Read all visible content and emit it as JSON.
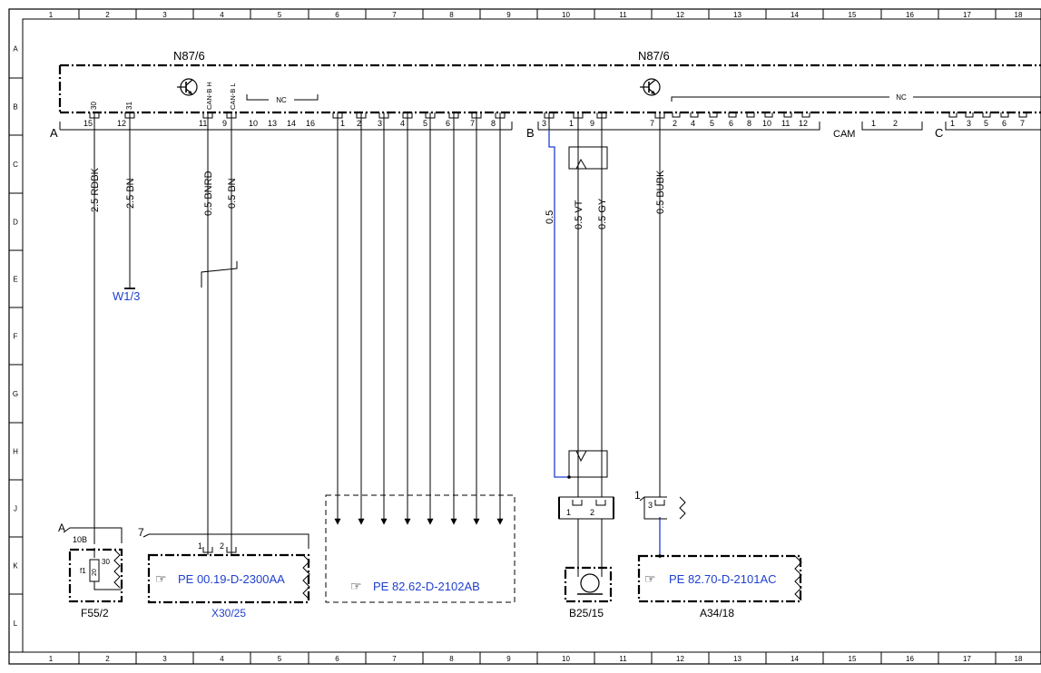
{
  "frame": {
    "columns": [
      "1",
      "2",
      "3",
      "4",
      "5",
      "6",
      "7",
      "8",
      "9",
      "10",
      "11",
      "12",
      "13",
      "14",
      "15",
      "16",
      "17",
      "18"
    ],
    "rows": [
      "A",
      "B",
      "C",
      "D",
      "E",
      "F",
      "G",
      "H",
      "J",
      "K",
      "L"
    ]
  },
  "colors": {
    "wire": "#000000",
    "blue_wire": "#1f3fd0",
    "link": "#1f3fd0"
  },
  "module_left": {
    "title": "N87/6",
    "connector": "A",
    "pins_top": [
      "30",
      "31",
      "CAN-B H",
      "CAN-B L"
    ],
    "nc_label": "NC",
    "pins": [
      "15",
      "12",
      "11",
      "9",
      "10",
      "13",
      "14",
      "16",
      "1",
      "2",
      "3",
      "4",
      "5",
      "6",
      "7",
      "8"
    ]
  },
  "module_right": {
    "title": "N87/6",
    "connector_b": "B",
    "pins_b": [
      "3",
      "1",
      "9",
      "7",
      "2",
      "4",
      "5",
      "6",
      "8",
      "10",
      "11",
      "12"
    ],
    "nc_label": "NC",
    "connector_cam": "CAM",
    "pins_cam": [
      "1",
      "2"
    ],
    "connector_c": "C",
    "pins_c": [
      "1",
      "3",
      "5",
      "6",
      "7"
    ]
  },
  "wires": {
    "w15": "2.5 RDBK",
    "w12": "2.5 BN",
    "w11": "0.5 BNRD",
    "w9": "0.5 BN",
    "wb3": "0.5",
    "wb1": "0.5 VT",
    "wb9": "0.5 GY",
    "wb7": "0.5 BUBK"
  },
  "ground": {
    "label": "W1/3"
  },
  "fuse": {
    "conn": "A",
    "pin": "10B",
    "fuse_id": "f1",
    "rating": "20",
    "num": "30",
    "name": "F55/2"
  },
  "x30": {
    "num": "7",
    "pins": [
      "1",
      "2"
    ],
    "ref": "PE 00.19-D-2300AA",
    "name": "X30/25"
  },
  "pe_mid": {
    "ref": "PE 82.62-D-2102AB"
  },
  "b25": {
    "pins": [
      "1",
      "2"
    ],
    "name": "B25/15"
  },
  "a34": {
    "num": "1",
    "pin": "3",
    "ref": "PE 82.70-D-2101AC",
    "name": "A34/18"
  }
}
